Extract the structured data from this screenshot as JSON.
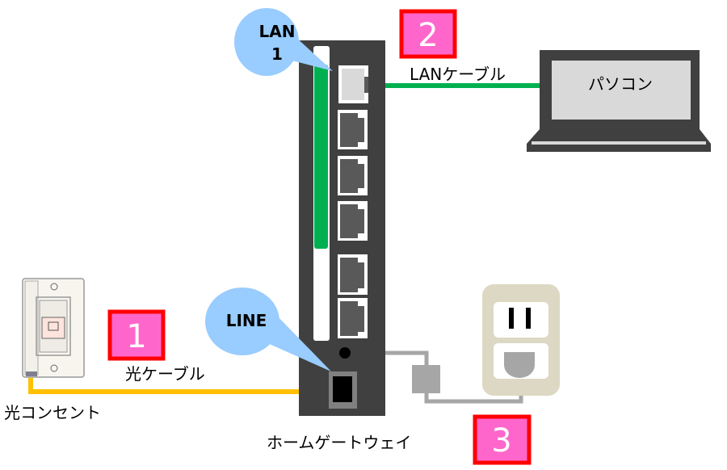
{
  "labels": {
    "lan1_bubble_line1": "LAN",
    "lan1_bubble_line2": "1",
    "line_bubble": "LINE",
    "lan_cable": "LANケーブル",
    "pc": "パソコン",
    "optical_cable": "光ケーブル",
    "optical_outlet": "光コンセント",
    "home_gateway": "ホームゲートウェイ"
  },
  "steps": [
    "1",
    "2",
    "3"
  ],
  "colors": {
    "gateway": "#404040",
    "lan_cable": "#00b050",
    "optical_cable": "#ffc000",
    "power_cable": "#a6a6a6",
    "bubble": "#99ccff",
    "badge_fill": "#ff66cc",
    "badge_border": "#ff0000",
    "outlet": "#ddd8c4"
  }
}
